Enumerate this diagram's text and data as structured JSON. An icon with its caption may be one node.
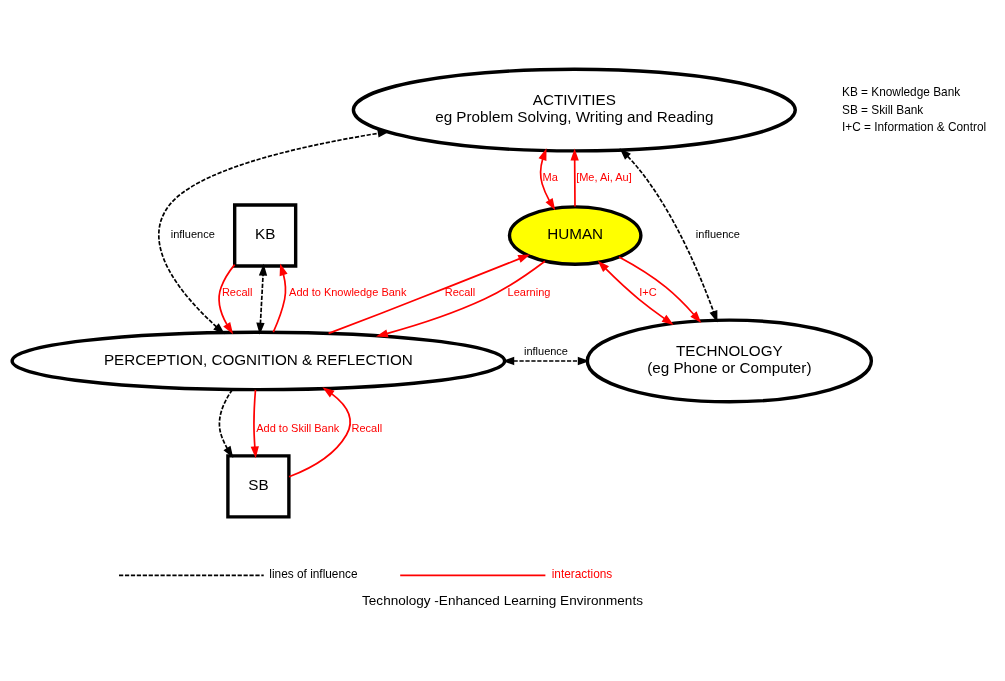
{
  "diagram": {
    "caption": "Technology -Enhanced Learning Environments",
    "nodes": [
      {
        "text": [
          "ACTIVITIES",
          "eg Problem Solving, Writing and Reading"
        ]
      },
      {
        "text": [
          "KB"
        ]
      },
      {
        "text": [
          "PERCEPTION, COGNITION & REFLECTION"
        ]
      },
      {
        "text": [
          "HUMAN"
        ]
      },
      {
        "text": [
          "TECHNOLOGY",
          "(eg Phone or Computer)"
        ]
      },
      {
        "text": [
          "SB"
        ]
      }
    ],
    "edges": [
      {
        "from": 2,
        "to": 0,
        "arrow": "both",
        "label": "influence",
        "style": "dashed",
        "color": "#000000"
      },
      {
        "from": 2,
        "to": 1,
        "arrow": "both",
        "style": "dashed",
        "color": "#000000"
      },
      {
        "from": 0,
        "to": 4,
        "arrow": "both",
        "label": "influence",
        "style": "dashed",
        "color": "#000000"
      },
      {
        "from": 2,
        "to": 4,
        "arrow": "both",
        "label": "influence",
        "style": "dashed",
        "color": "#000000"
      },
      {
        "from": 2,
        "to": 5,
        "arrow": "to",
        "style": "dashed",
        "color": "#000000"
      },
      {
        "from": 1,
        "to": 2,
        "arrow": "to",
        "label": "Recall"
      },
      {
        "from": 2,
        "to": 1,
        "arrow": "to",
        "label": "Add to Knowledge Bank"
      },
      {
        "from": 2,
        "to": 5,
        "arrow": "to",
        "label": "Add to Skill Bank"
      },
      {
        "from": 5,
        "to": 2,
        "arrow": "to",
        "label": "Recall"
      },
      {
        "from": 2,
        "to": 3,
        "arrow": "to",
        "label": "Recall"
      },
      {
        "from": 3,
        "to": 2,
        "arrow": "to",
        "label": "Learning"
      },
      {
        "from": 0,
        "to": 3,
        "arrow": "both",
        "label": "Ma"
      },
      {
        "from": 3,
        "to": 0,
        "arrow": "to",
        "label": "[Me, Ai, Au]"
      },
      {
        "from": 3,
        "to": 4,
        "arrow": "to"
      },
      {
        "from": 3,
        "to": 4,
        "arrow": "both",
        "label": "I+C"
      }
    ],
    "labels": [
      "KB = Knowledge Bank",
      "SB = Skill Bank",
      "I+C = Information & Control"
    ],
    "legend": [
      {
        "text": "lines of influence"
      },
      {
        "text": "interactions"
      }
    ]
  }
}
